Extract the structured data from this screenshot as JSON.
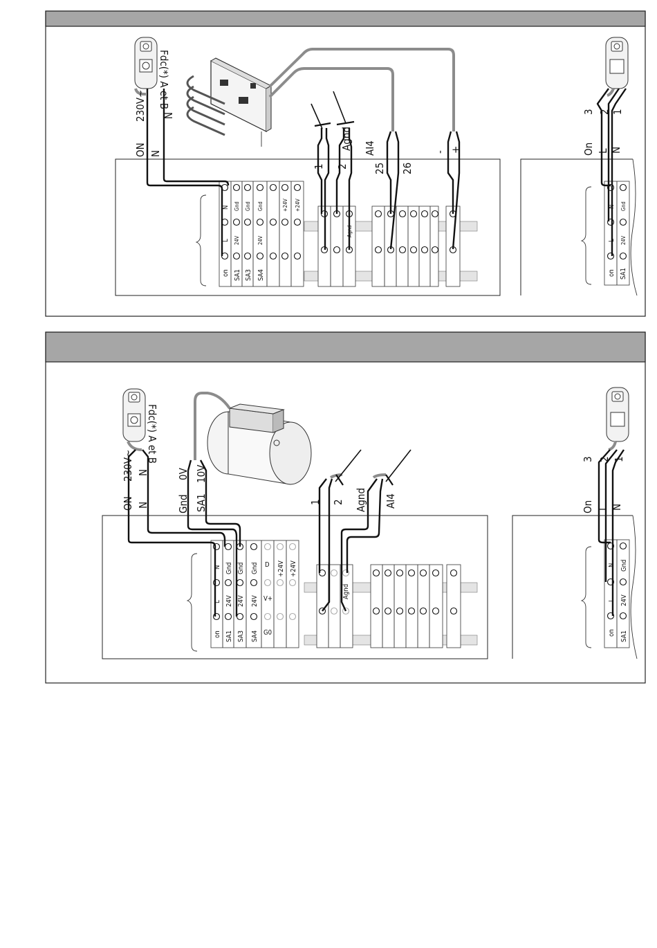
{
  "diagram_top": {
    "sensor_label": "Fdc(*) A et B",
    "supply": "230V~",
    "neutral": "N",
    "bottom_labels": [
      "ON",
      "N"
    ],
    "signal_labels": [
      "1",
      "2",
      "Agnd",
      "AI4",
      "25",
      "26",
      "-",
      "+"
    ],
    "terminals_row1": [
      "N",
      "Gnd",
      "Gnd",
      "Gnd",
      "+24V",
      "+24V"
    ],
    "terminals_row2": [
      "L",
      "24V",
      "24V"
    ],
    "terminals_row3": [
      "on",
      "SA1",
      "SA3",
      "SA4"
    ],
    "agnd_small": "Agnd",
    "right_labels": [
      "On",
      "L",
      "N"
    ],
    "right_numbers": [
      "3",
      "2",
      "1"
    ],
    "right_terminals": [
      "N",
      "Gnd",
      "L",
      "24V",
      "on",
      "SA1"
    ]
  },
  "diagram_bottom": {
    "sensor_label": "Fdc(*) A et B",
    "supply": "230V~",
    "neutral": "N",
    "bottom_labels": [
      "ON",
      "N"
    ],
    "valve_labels": [
      "0V",
      "10V",
      "Gnd",
      "SA1"
    ],
    "signal_labels": [
      "1",
      "2",
      "Agnd",
      "AI4"
    ],
    "terminals_row1": [
      "N",
      "Gnd",
      "Gnd",
      "Gnd",
      "D",
      "+24V",
      "+24V"
    ],
    "terminals_row2": [
      "L",
      "24V",
      "24V",
      "24V",
      "V+"
    ],
    "terminals_row3": [
      "on",
      "SA1",
      "SA3",
      "SA4",
      "G0"
    ],
    "agnd_small": "Agnd",
    "right_labels": [
      "On",
      "L",
      "N"
    ],
    "right_numbers": [
      "3",
      "2",
      "1"
    ],
    "right_terminals": [
      "N",
      "Gnd",
      "L",
      "24V",
      "on",
      "SA1"
    ]
  }
}
